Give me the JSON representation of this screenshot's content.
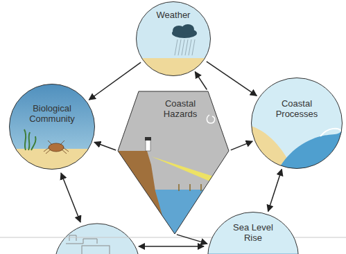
{
  "diagram": {
    "nodes": [
      {
        "text": [
          "Weather"
        ]
      },
      {
        "text": [
          "Biological Community"
        ]
      },
      {
        "text": [
          "Coastal Processes"
        ]
      },
      {
        "text": [
          "Coastal Hazards"
        ]
      },
      {
        "text": [
          "Sea Level Rise"
        ]
      }
    ],
    "edges": [
      {
        "from": 0,
        "to": 1,
        "arrow": "to"
      },
      {
        "from": 0,
        "to": 2,
        "arrow": "to"
      },
      {
        "from": 2,
        "to": 4,
        "arrow": "both"
      },
      {
        "from": 3,
        "to": 0,
        "arrow": "to"
      },
      {
        "from": 3,
        "to": 1,
        "arrow": "to"
      },
      {
        "from": 3,
        "to": 2,
        "arrow": "to"
      },
      {
        "from": 3,
        "to": 4,
        "arrow": "to"
      }
    ]
  }
}
